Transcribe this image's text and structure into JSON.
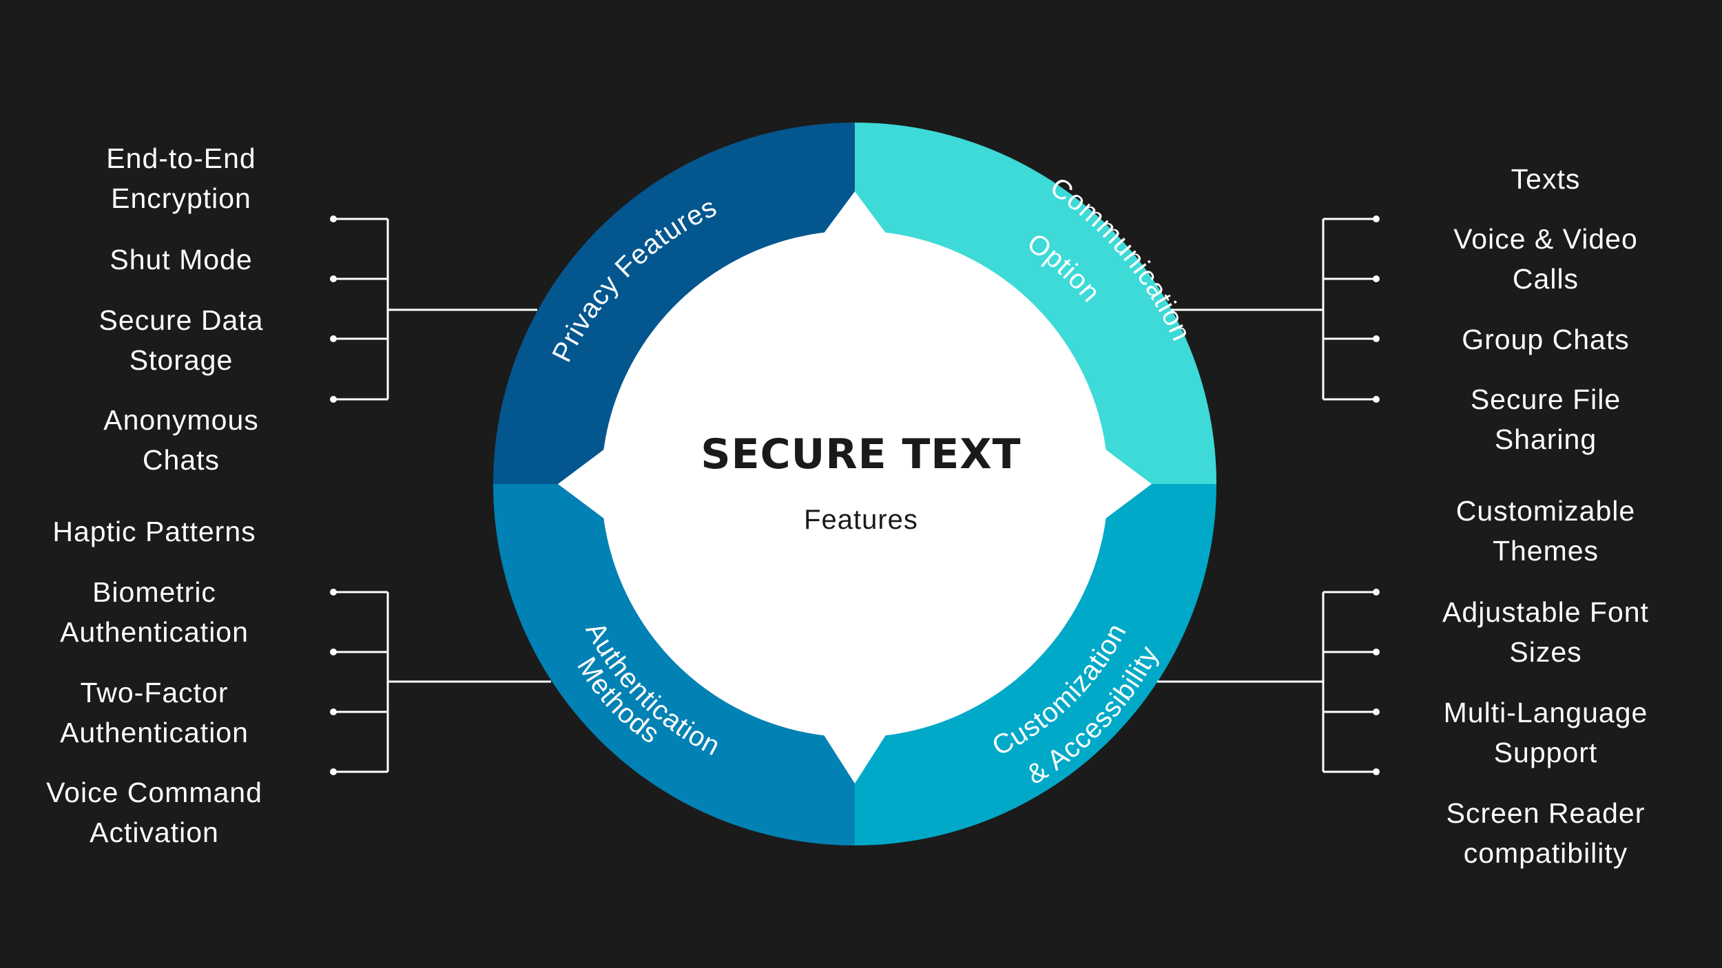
{
  "center": {
    "title": "SECURE TEXT",
    "subtitle": "Features"
  },
  "colors": {
    "background": "#1b1b1b",
    "privacy": "#04568f",
    "communication": "#3ddad8",
    "authentication": "#0281b4",
    "customization": "#00a9c8",
    "center": "#ffffff",
    "connector": "#ffffff"
  },
  "segments": {
    "privacy": {
      "label": "Privacy Features",
      "items": [
        "End-to-End\nEncryption",
        "Shut Mode",
        "Secure Data\nStorage",
        "Anonymous\nChats"
      ]
    },
    "communication": {
      "label_line1": "Communication",
      "label_line2": "Option",
      "items": [
        "Texts",
        "Voice & Video\nCalls",
        "Group Chats",
        "Secure File\nSharing"
      ]
    },
    "authentication": {
      "label_line1": "Authentication",
      "label_line2": "Methods",
      "items": [
        "Haptic Patterns",
        "Biometric\nAuthentication",
        "Two-Factor\nAuthentication",
        "Voice Command\nActivation"
      ]
    },
    "customization": {
      "label_line1": "Customization",
      "label_line2": "& Accessibility",
      "items": [
        "Customizable\nThemes",
        "Adjustable Font\nSizes",
        "Multi-Language\nSupport",
        "Screen Reader\ncompatibility"
      ]
    }
  }
}
